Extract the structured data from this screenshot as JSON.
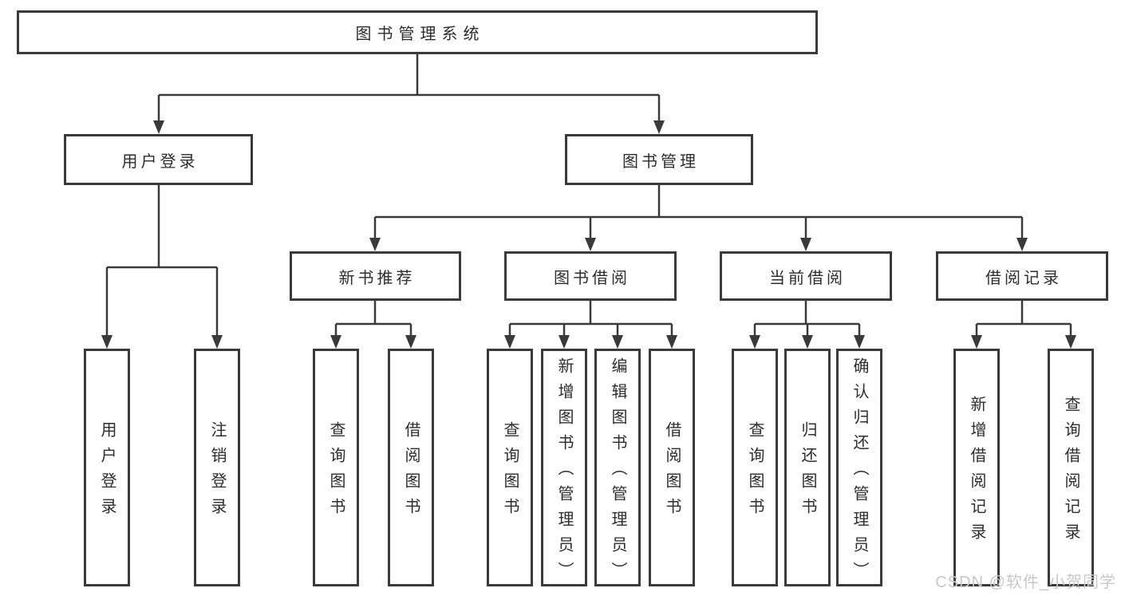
{
  "colors": {
    "background": "#ffffff",
    "line": "#3a3a3a",
    "box_border": "#3a3a3a",
    "box_fill": "#ffffff",
    "text": "#2d2d2d",
    "watermark": "#c8c8c8"
  },
  "tree": {
    "root": {
      "label": "图书管理系统"
    },
    "level2": [
      {
        "label": "用户登录"
      },
      {
        "label": "图书管理"
      }
    ],
    "level3": [
      {
        "label": "新书推荐"
      },
      {
        "label": "图书借阅"
      },
      {
        "label": "当前借阅"
      },
      {
        "label": "借阅记录"
      }
    ],
    "leaves": [
      {
        "label": "用户登录"
      },
      {
        "label": "注销登录"
      },
      {
        "label": "查询图书"
      },
      {
        "label": "借阅图书"
      },
      {
        "label": "查询图书"
      },
      {
        "label": "新增图书（管理员）"
      },
      {
        "label": "编辑图书（管理员）"
      },
      {
        "label": "借阅图书"
      },
      {
        "label": "查询图书"
      },
      {
        "label": "归还图书"
      },
      {
        "label": "确认归还（管理员）"
      },
      {
        "label": "新增借阅记录"
      },
      {
        "label": "查询借阅记录"
      }
    ]
  },
  "watermark": {
    "text": "CSDN @软件_小贺同学"
  }
}
